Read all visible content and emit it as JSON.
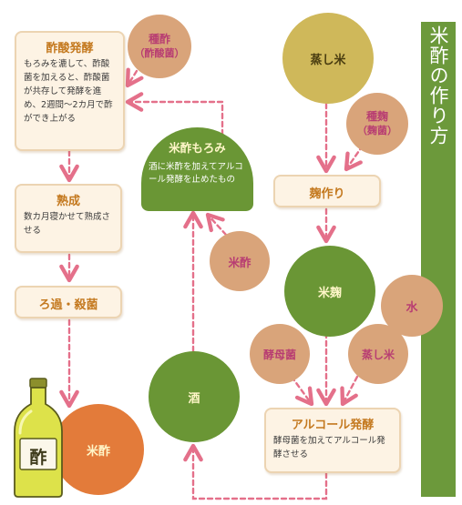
{
  "title": "米酢の作り方",
  "colors": {
    "box_title": "#c4791f",
    "tan_circle": "#d19b6c",
    "tan_text": "#b83d72",
    "green_circle": "#6a9635",
    "mustard_circle": "#cfb85a",
    "orange_circle": "#e37b3a",
    "arrow": "#e4708a",
    "sidebar": "#6c993b"
  },
  "boxes": {
    "acetic_fermentation": {
      "title": "酢酸発酵",
      "text": "もろみを漉して、酢酸菌を加えると、酢酸菌が共存して発酵を進め、2週間〜2カ月で酢ができ上がる"
    },
    "aging": {
      "title": "熟成",
      "text": "数カ月寝かせて熟成させる"
    },
    "filter": {
      "title": "ろ過・殺菌"
    },
    "koji_making": {
      "title": "麹作り"
    },
    "alcohol_fermentation": {
      "title": "アルコール発酵",
      "text": "酵母菌を加えてアルコール発酵させる"
    }
  },
  "moromi": {
    "title": "米酢もろみ",
    "text": "酒に米酢を加えてアルコール発酵を止めたもの"
  },
  "circles": {
    "starter_vinegar": [
      "種酢",
      "（酢酸菌）"
    ],
    "steamed_rice_top": "蒸し米",
    "seed_koji": [
      "種麹",
      "（麹菌）"
    ],
    "rice_vinegar_in": "米酢",
    "rice_koji": "米麹",
    "water": "水",
    "yeast": "酵母菌",
    "steamed_rice_bottom": "蒸し米",
    "sake": "酒",
    "rice_vinegar_final": "米酢"
  },
  "bottle": {
    "label": "酢",
    "icon": "vinegar-bottle-icon"
  }
}
